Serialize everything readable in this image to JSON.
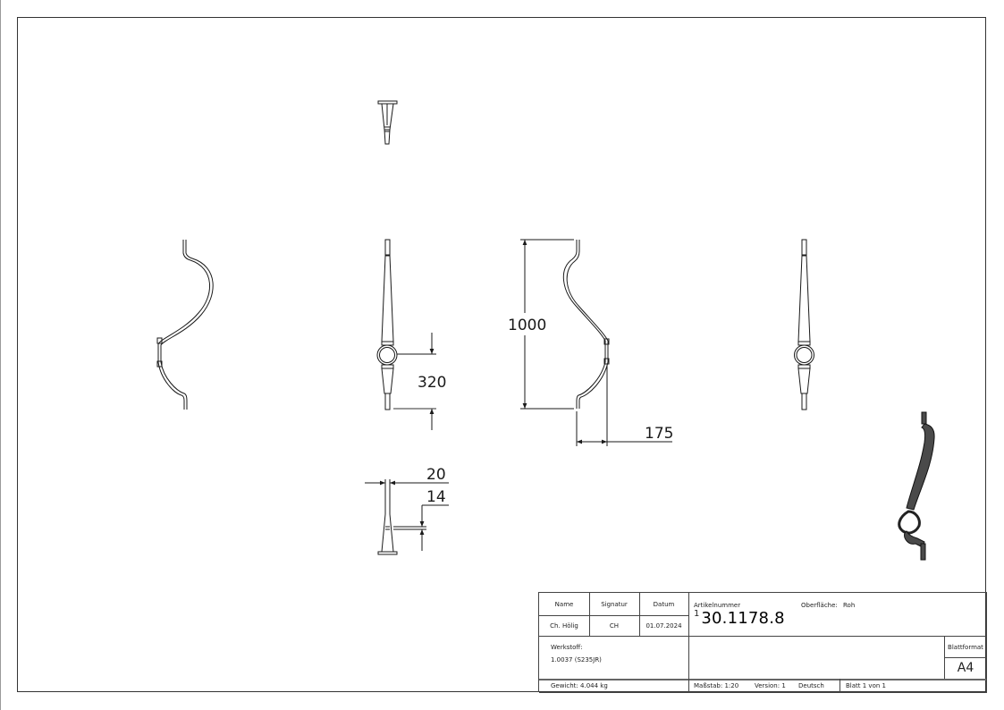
{
  "drawing": {
    "dimensions": {
      "height_total": "1000",
      "offset_175": "175",
      "ring_height": "320",
      "width_20": "20",
      "thickness_14": "14"
    },
    "views": [
      "top-view",
      "left-view",
      "front-view",
      "side-view",
      "right-view",
      "bottom-view",
      "isometric-view"
    ]
  },
  "title_block": {
    "headers": {
      "name": "Name",
      "signature": "Signatur",
      "date": "Datum"
    },
    "values": {
      "name": "Ch. Hölig",
      "signature": "CH",
      "date": "01.07.2024"
    },
    "article_label": "Artikelnummer",
    "article_index": "1",
    "article_number": "30.1178.8",
    "surface_label": "Oberfläche:",
    "surface_value": "Roh",
    "material_label": "Werkstoff:",
    "material_value": "1.0037 (S235JR)",
    "sheet_format_label": "Blattformat",
    "sheet_format_value": "A4",
    "weight": "Gewicht: 4.044 kg",
    "scale": "Maßstab: 1:20",
    "version": "Version: 1",
    "language": "Deutsch",
    "sheet": "Blatt 1 von 1"
  },
  "colors": {
    "line": "#1a1a1a",
    "frame": "#333333",
    "shade": "#4a4a4a"
  }
}
